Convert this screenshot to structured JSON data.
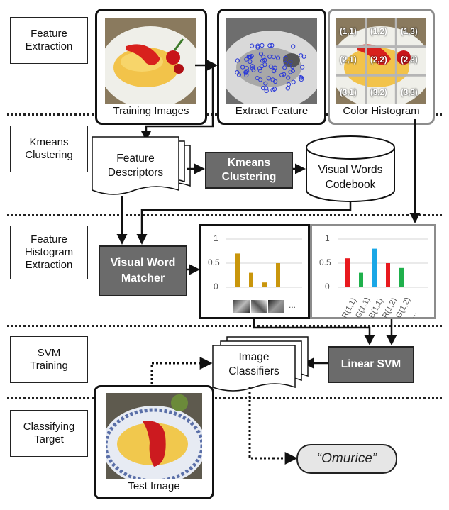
{
  "stages": [
    {
      "label": "Feature\nExtraction"
    },
    {
      "label": "Kmeans\nClustering"
    },
    {
      "label": "Feature\nHistogram\nExtraction"
    },
    {
      "label": "SVM\nTraining"
    },
    {
      "label": "Classifying\nTarget"
    }
  ],
  "extraction": {
    "training_images": "Training Images",
    "extract_feature": "Extract Feature",
    "color_histogram": "Color Histogram",
    "grid_cells": [
      "(1,1)",
      "(1,2)",
      "(1,3)",
      "(2,1)",
      "(2,2)",
      "(2,3)",
      "(3,1)",
      "(3,2)",
      "(3,3)"
    ]
  },
  "clustering": {
    "feature_descriptors": "Feature\nDescriptors",
    "kmeans": "Kmeans\nClustering",
    "codebook": "Visual Words\nCodebook"
  },
  "histogram": {
    "matcher": "Visual Word\nMatcher",
    "ellipsis": "..."
  },
  "chart_data": [
    {
      "type": "bar",
      "yticks": [
        "1",
        "0.5",
        "0"
      ],
      "ylim": [
        0,
        1
      ],
      "values": [
        0.7,
        0.3,
        0.1,
        0.5
      ],
      "color": "#c9960c",
      "footer": "..."
    },
    {
      "type": "bar",
      "yticks": [
        "1",
        "0.5",
        "0"
      ],
      "ylim": [
        0,
        1
      ],
      "categories": [
        "R(1,1)",
        "G(1,1)",
        "B(1,1)",
        "R(1,2)",
        "G(1,2)",
        "..."
      ],
      "values": [
        0.6,
        0.3,
        0.8,
        0.5,
        0.4
      ],
      "colors": [
        "#e8191e",
        "#1fb04c",
        "#1aa7e6",
        "#e8191e",
        "#1fb04c"
      ]
    }
  ],
  "svm": {
    "classifiers": "Image\nClassifiers",
    "linear_svm": "Linear SVM"
  },
  "classify": {
    "test_image": "Test Image",
    "result": "“Omurice”"
  }
}
